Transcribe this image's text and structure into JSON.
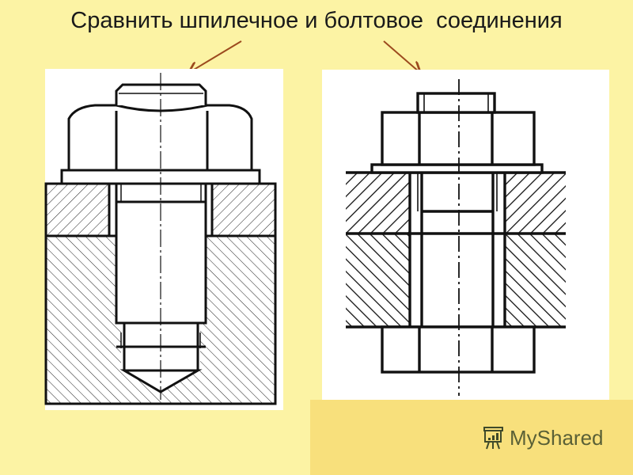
{
  "slide": {
    "title": "Сравнить шпилечное и болтовое  соединения",
    "watermark": "MyShared",
    "watermark_icon": "presentation-board-icon"
  },
  "figures": [
    {
      "name": "stud-joint"
    },
    {
      "name": "bolt-joint"
    }
  ],
  "colors": {
    "background": "#fcf3a4",
    "arrow": "#9c4a1e",
    "line": "#111111",
    "watermark": "#3f4a2a"
  }
}
